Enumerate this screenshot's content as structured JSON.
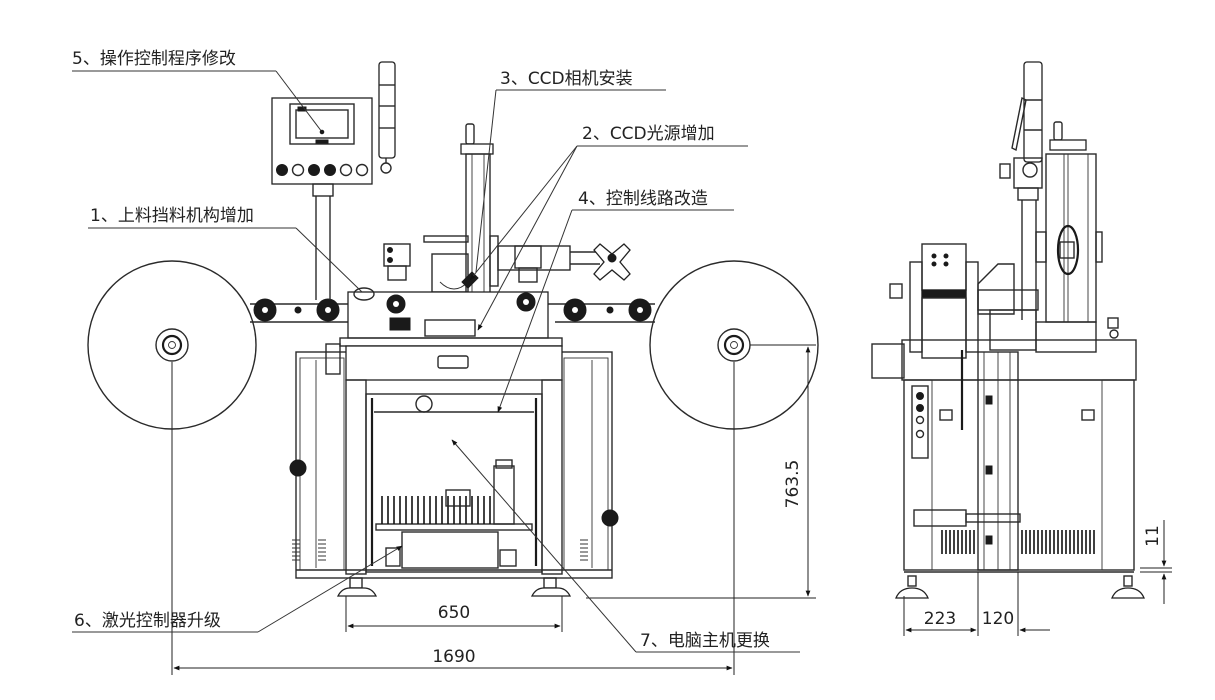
{
  "diagram": {
    "type": "engineering-drawing",
    "views": [
      "front-view",
      "side-view"
    ],
    "callouts": [
      {
        "id": 1,
        "text": "1、上料挡料机构增加"
      },
      {
        "id": 2,
        "text": "2、CCD光源增加"
      },
      {
        "id": 3,
        "text": "3、CCD相机安装"
      },
      {
        "id": 4,
        "text": "4、控制线路改造"
      },
      {
        "id": 5,
        "text": "5、操作控制程序修改"
      },
      {
        "id": 6,
        "text": "6、激光控制器升级"
      },
      {
        "id": 7,
        "text": "7、电脑主机更换"
      }
    ],
    "dimensions": {
      "front_base_width": "650",
      "front_overall_width": "1690",
      "front_height": "763.5",
      "side_left_offset": "223",
      "side_column_width": "120",
      "side_foot_gap": "11"
    }
  }
}
